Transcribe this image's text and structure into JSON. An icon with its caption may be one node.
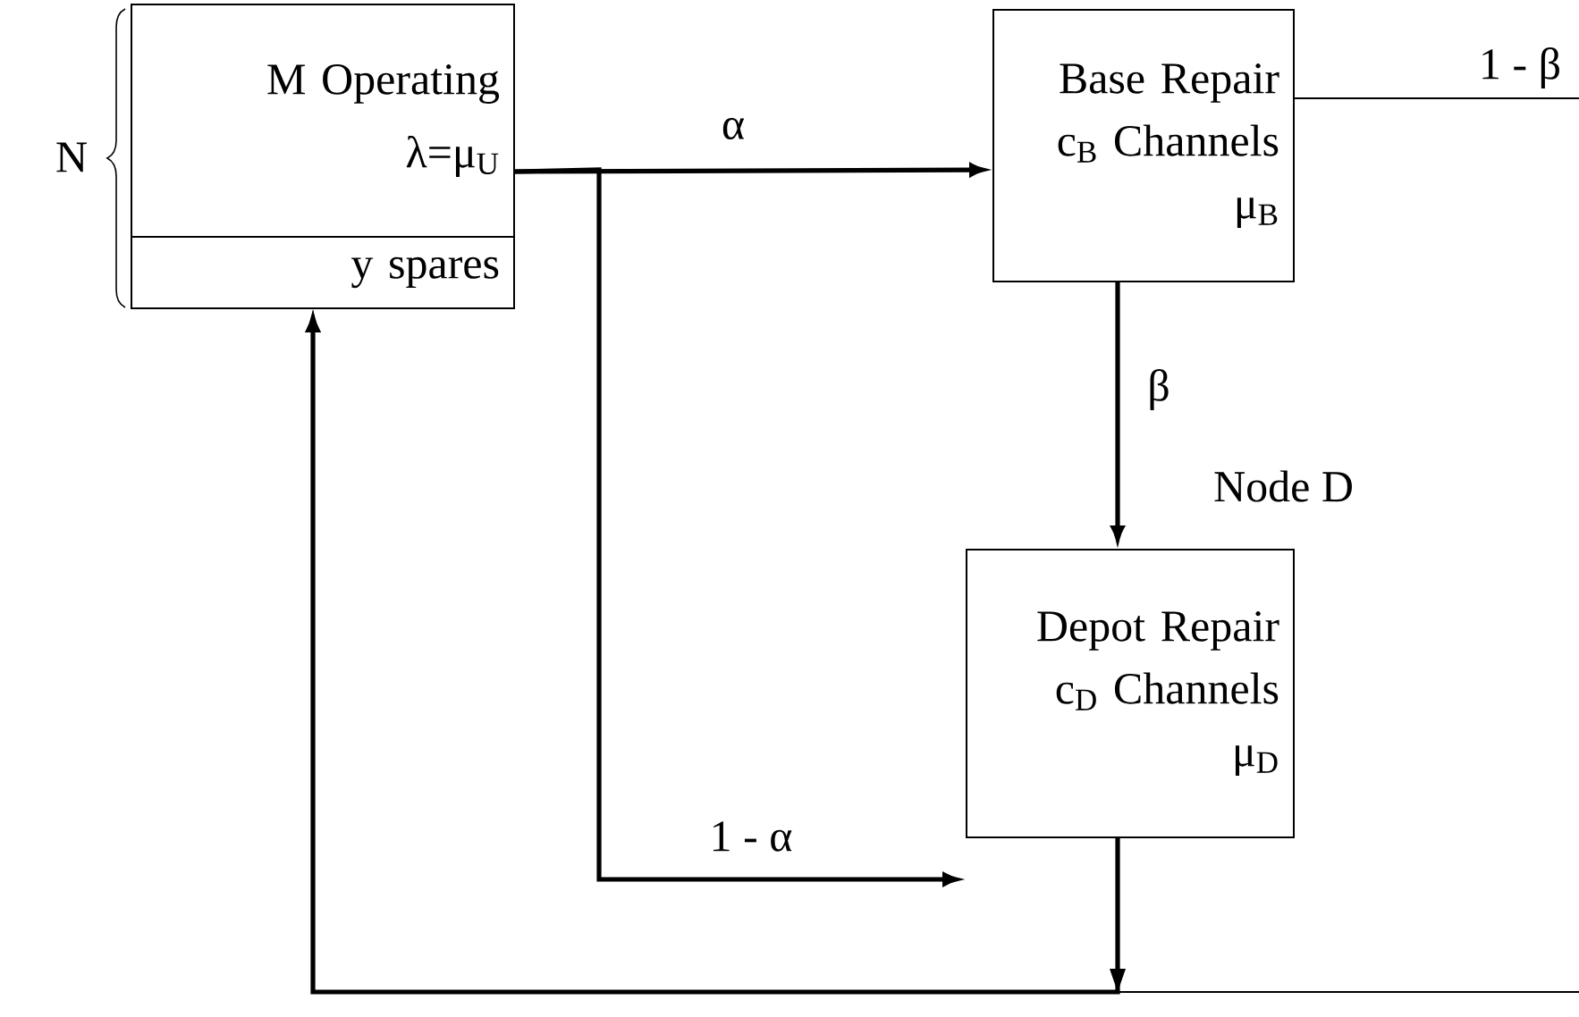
{
  "diagram": {
    "nodes": [
      {
        "text": [
          "M Operating",
          "λ=μ$_{U}$"
        ]
      },
      {
        "text": [
          "y spares"
        ]
      },
      {
        "text": [
          "Base Repair",
          "c$_{B}$ Channels",
          "μ$_{B}$"
        ]
      },
      {
        "text": [
          "Depot Repair",
          "c$_{D}$ Channels",
          "μ$_{D}$"
        ],
        "beside": [
          "Node D"
        ]
      }
    ],
    "edges": [
      {
        "from": 0,
        "to": 2,
        "arrow": "to",
        "label": "α"
      },
      {
        "from": 0,
        "to": 3,
        "arrow": "to",
        "label": "1 - α"
      },
      {
        "from": 2,
        "to": null,
        "arrow": "none",
        "label": "1 - β"
      },
      {
        "from": 2,
        "to": 3,
        "arrow": "to",
        "label": "β"
      },
      {
        "from": 3,
        "to": 1,
        "arrow": "to"
      },
      {
        "from": null,
        "to": 1,
        "arrow": "to"
      }
    ],
    "labels": [
      "N"
    ]
  }
}
